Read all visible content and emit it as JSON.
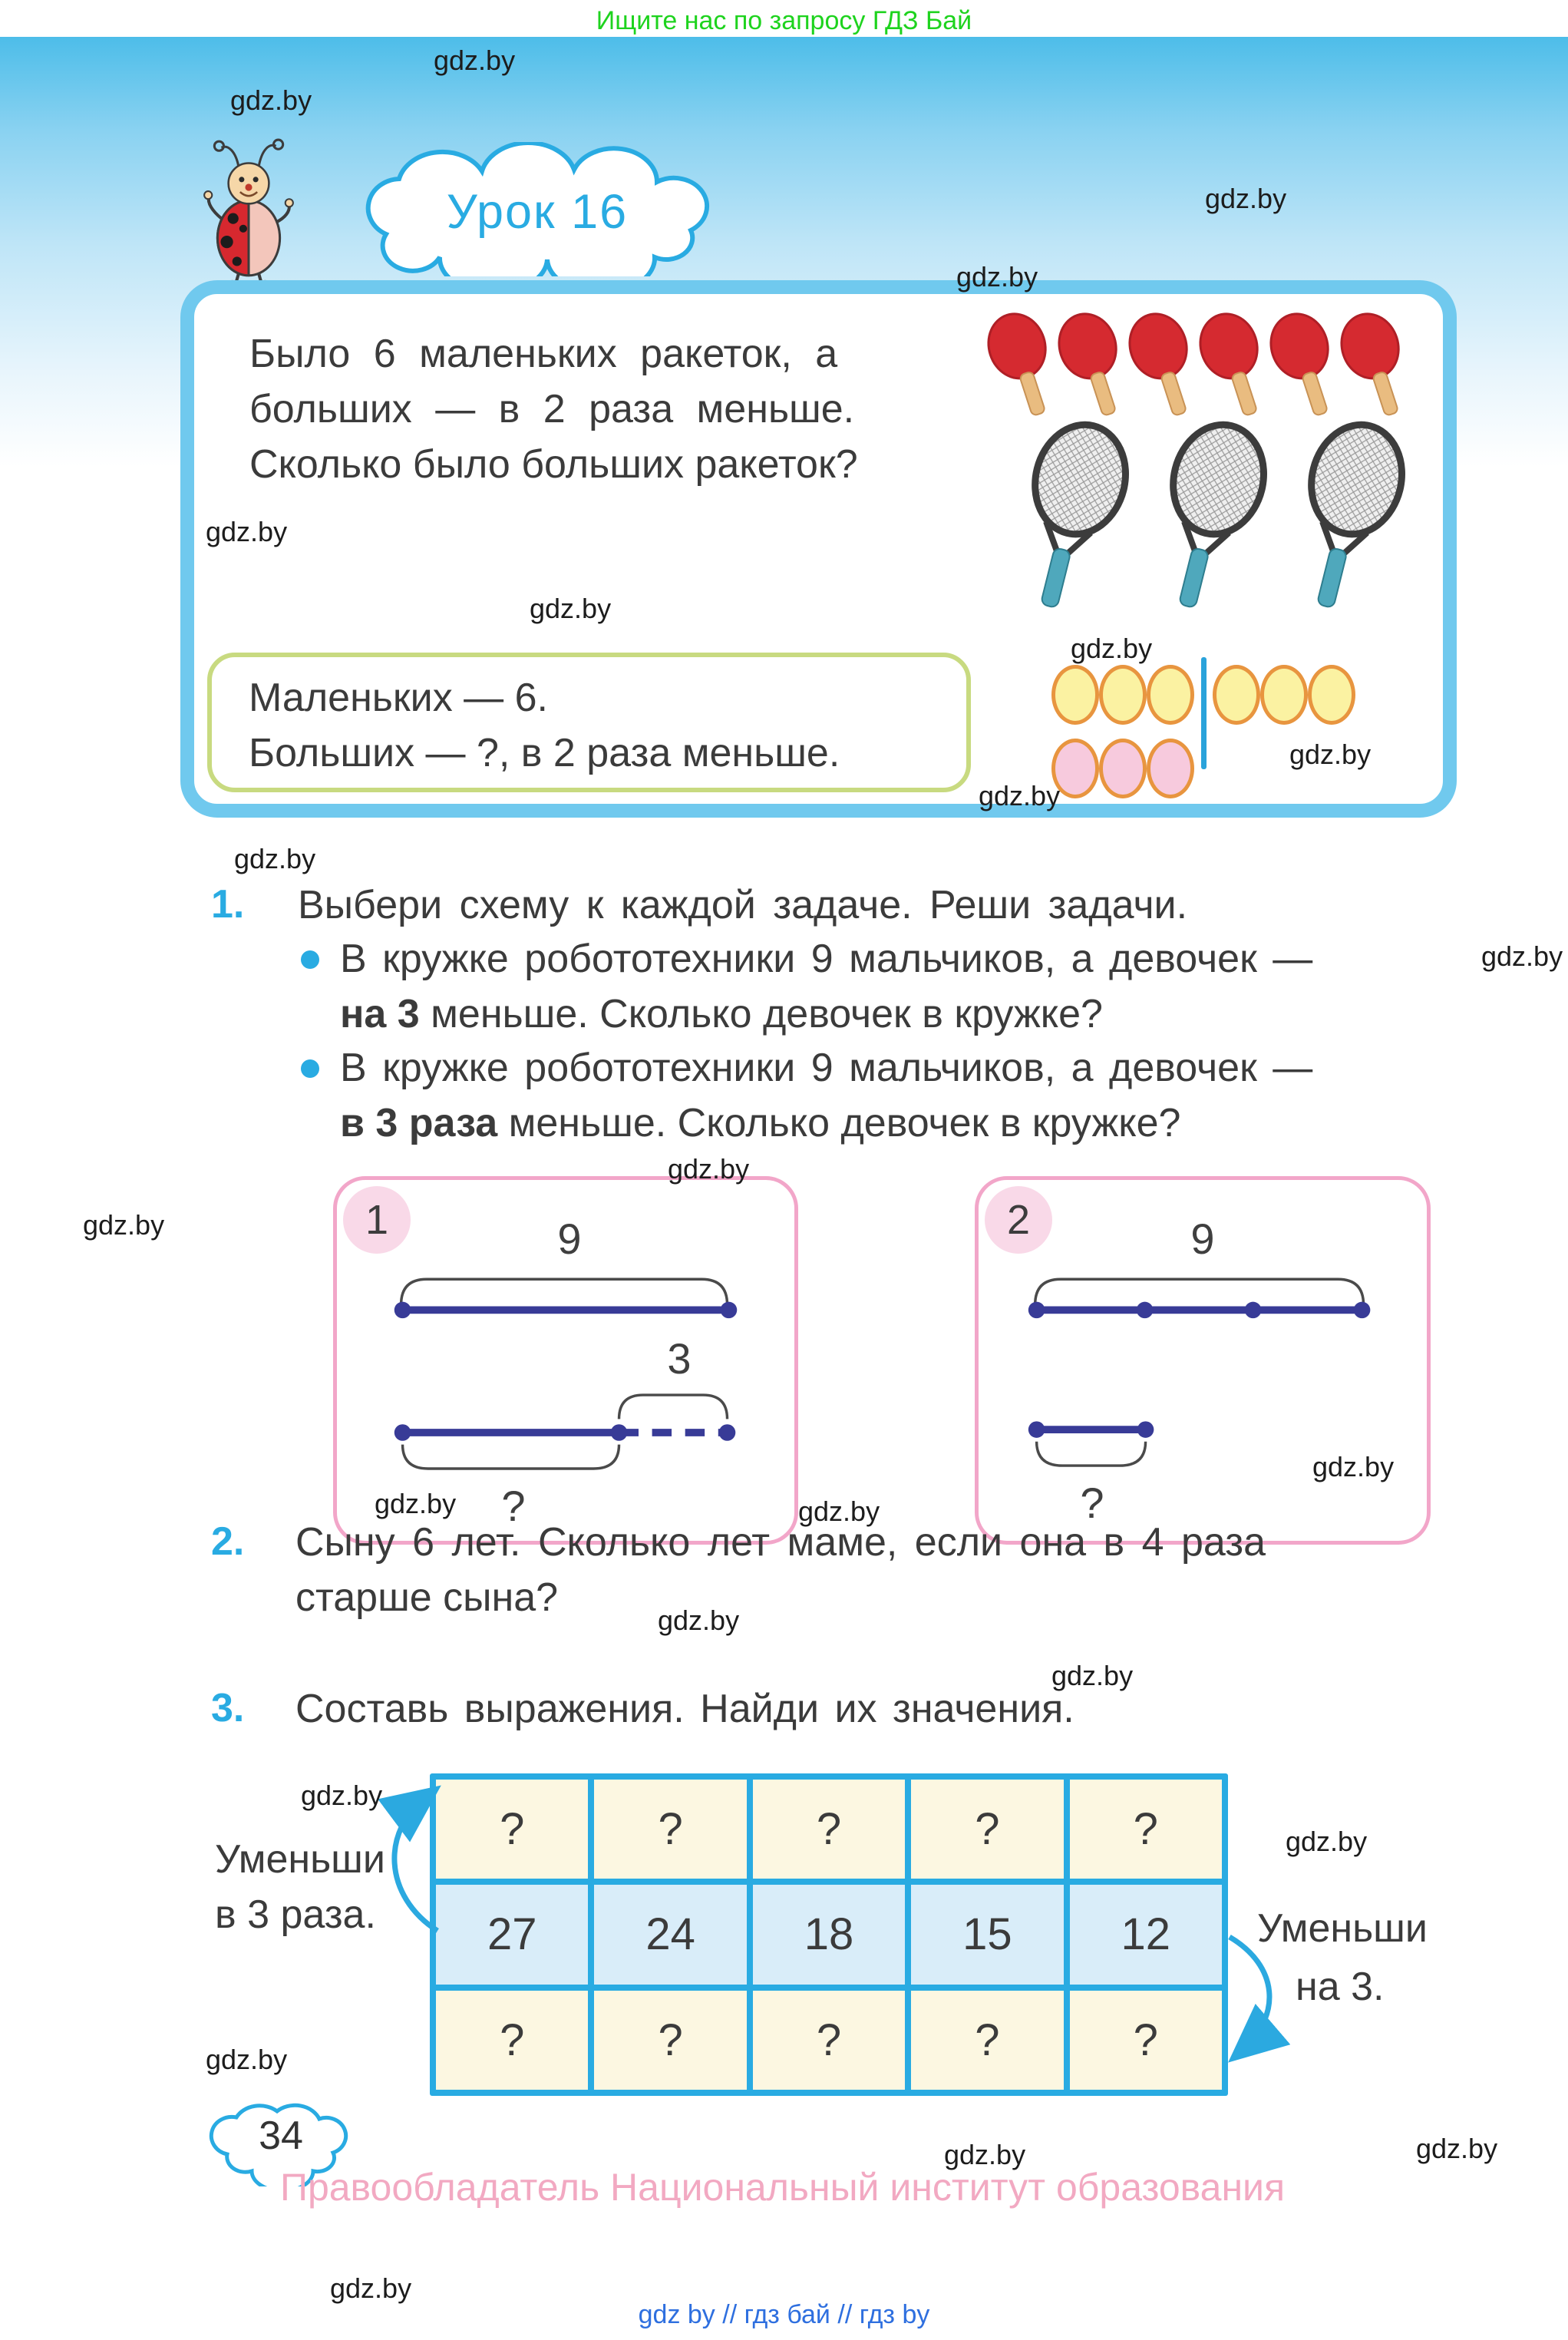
{
  "page": {
    "banner": "Ищите нас по запросу ГДЗ Бай",
    "watermark": "gdz.by",
    "lesson": "Урок 16",
    "page_number": "34",
    "copyright": "Правообладатель Национальный институт образования",
    "footer_links": "gdz by  //  гдз бай  //  гдз by"
  },
  "intro": {
    "line1": "Было 6 маленьких ракеток, а",
    "line2": "больших — в 2 раза меньше.",
    "line3": "Сколько было больших ракеток?",
    "summary1": "Маленьких — 6.",
    "summary2": "Больших — ?, в 2 раза меньше.",
    "paddle_count": 6,
    "racket_count": 3,
    "yellow_circles": 6,
    "pink_circles": 3
  },
  "task1": {
    "num": "1.",
    "title": "Выбери схему к каждой задаче. Реши задачи.",
    "b1_l1": "В кружке робототехники 9 мальчиков, а девочек —",
    "b1_bold": "на 3",
    "b1_l2": " меньше. Сколько девочек в кружке?",
    "b2_l1": "В кружке робототехники 9 мальчиков, а девочек —",
    "b2_bold": "в 3 раза",
    "b2_l2": " меньше. Сколько девочек в кружке?",
    "scheme1": {
      "badge": "1",
      "total": "9",
      "diff": "3",
      "unknown": "?"
    },
    "scheme2": {
      "badge": "2",
      "total": "9",
      "unknown": "?"
    }
  },
  "task2": {
    "num": "2.",
    "line1": "Сыну 6 лет. Сколько лет маме, если она в 4 раза",
    "line2": "старше сына?"
  },
  "task3": {
    "num": "3.",
    "title": "Составь выражения. Найди их значения.",
    "left_label1": "Уменьши",
    "left_label2": "в 3 раза.",
    "right_label1": "Уменьши",
    "right_label2": "на 3.",
    "row_top": [
      "?",
      "?",
      "?",
      "?",
      "?"
    ],
    "row_mid": [
      "27",
      "24",
      "18",
      "15",
      "12"
    ],
    "row_bottom": [
      "?",
      "?",
      "?",
      "?",
      "?"
    ]
  },
  "colors": {
    "accent_blue": "#29ABE2",
    "box_border_blue": "#70C9EE",
    "green_border": "#C8DA80",
    "pink_border": "#F2A6C9",
    "navy_segment": "#383B97",
    "cell_cream": "#FCF7E1",
    "cell_blue": "#D9EDF9",
    "banner_green": "#1ED31E",
    "footer_pink": "#F2A9C2",
    "links_blue": "#2E6FDF"
  }
}
